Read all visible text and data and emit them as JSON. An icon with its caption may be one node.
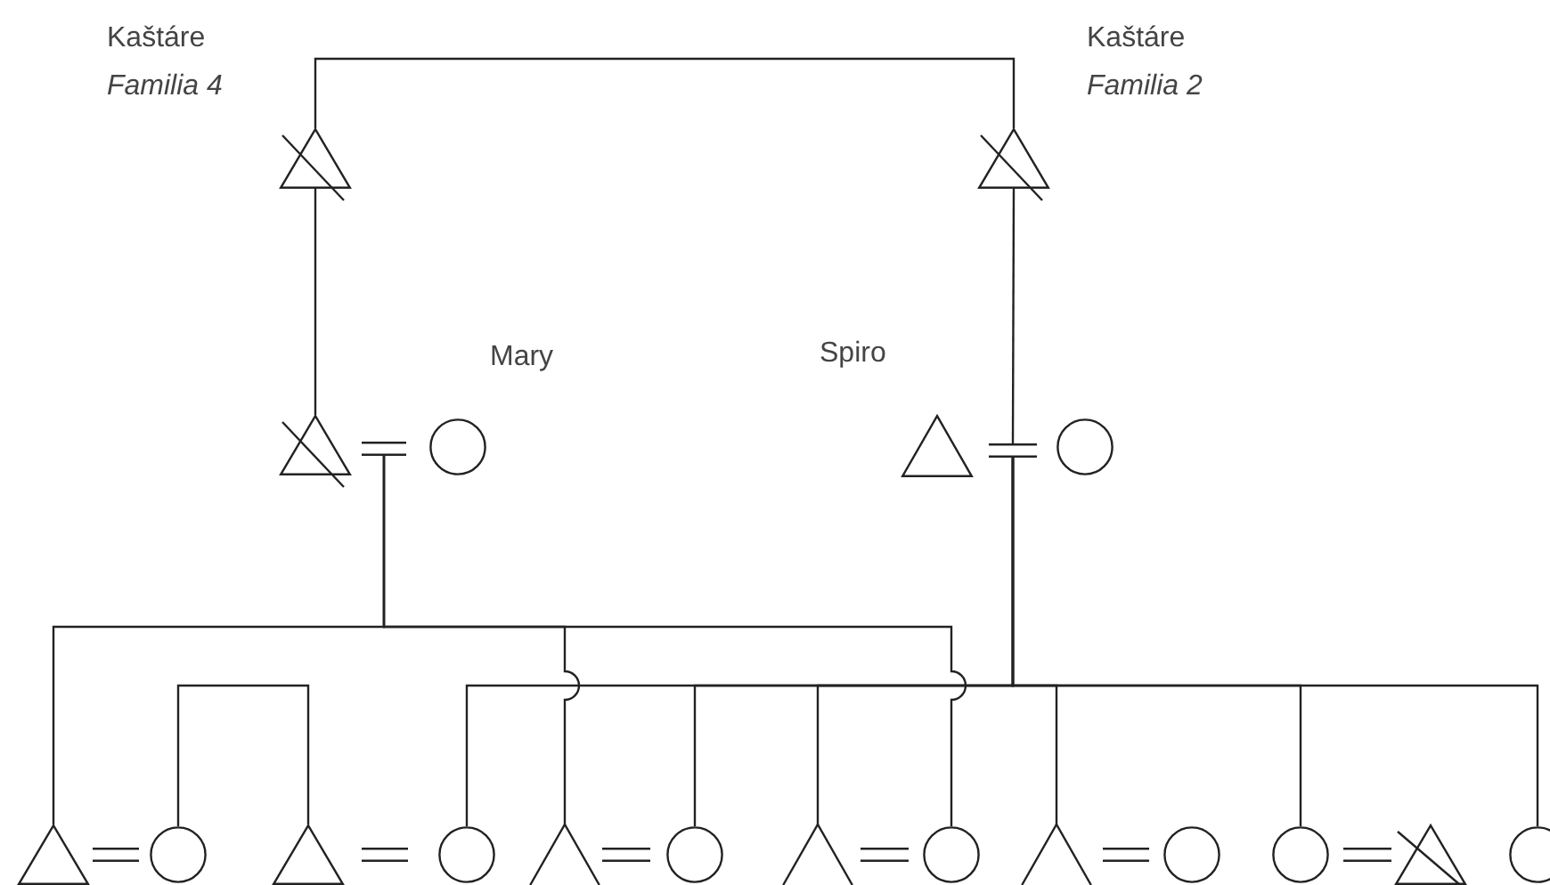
{
  "diagram": {
    "nodes": [
      {
        "text": [],
        "shape": "triangle",
        "beside": [
          "Kaštáre",
          "Familia 4"
        ]
      },
      {
        "text": [],
        "shape": "triangle",
        "beside": [
          "Kaštáre",
          "Familia 2"
        ]
      },
      {
        "text": [],
        "shape": "triangle"
      },
      {
        "text": [],
        "shape": "equals"
      },
      {
        "text": [],
        "shape": "circle",
        "beside": [
          "Mary"
        ]
      },
      {
        "text": [],
        "shape": "triangle",
        "beside": [
          "Spiro"
        ]
      },
      {
        "text": [],
        "shape": "equals"
      },
      {
        "text": [],
        "shape": "circle"
      },
      {
        "text": [],
        "shape": "triangle"
      },
      {
        "text": [],
        "shape": "equals"
      },
      {
        "text": [],
        "shape": "circle"
      },
      {
        "text": [],
        "shape": "triangle"
      },
      {
        "text": [],
        "shape": "equals"
      },
      {
        "text": [],
        "shape": "circle"
      },
      {
        "text": [],
        "shape": "chevron"
      },
      {
        "text": [],
        "shape": "equals"
      },
      {
        "text": [],
        "shape": "circle"
      },
      {
        "text": [],
        "shape": "chevron"
      },
      {
        "text": [],
        "shape": "equals"
      },
      {
        "text": [],
        "shape": "circle"
      },
      {
        "text": [],
        "shape": "chevron"
      },
      {
        "text": [],
        "shape": "equals"
      },
      {
        "text": [],
        "shape": "circle"
      },
      {
        "text": [],
        "shape": "circle"
      },
      {
        "text": [],
        "shape": "equals"
      },
      {
        "text": [],
        "shape": "triangle"
      },
      {
        "text": [],
        "shape": "circle"
      }
    ],
    "edges": [
      {
        "from": 0,
        "to": 1,
        "arrow": "none"
      },
      {
        "from": 0,
        "to": 2,
        "arrow": "none"
      },
      {
        "from": 1,
        "to": 6,
        "arrow": "none"
      },
      {
        "from": 3,
        "to": 8,
        "arrow": "none"
      },
      {
        "from": 3,
        "to": 14,
        "arrow": "none"
      },
      {
        "from": 3,
        "to": 19,
        "arrow": "none"
      },
      {
        "from": 6,
        "to": 13,
        "arrow": "none"
      },
      {
        "from": 6,
        "to": 16,
        "arrow": "none"
      },
      {
        "from": 6,
        "to": 17,
        "arrow": "none"
      },
      {
        "from": 6,
        "to": 20,
        "arrow": "none"
      },
      {
        "from": 6,
        "to": 23,
        "arrow": "none"
      },
      {
        "from": 6,
        "to": 26,
        "arrow": "none"
      },
      {
        "from": 10,
        "to": 11,
        "arrow": "none"
      }
    ]
  }
}
